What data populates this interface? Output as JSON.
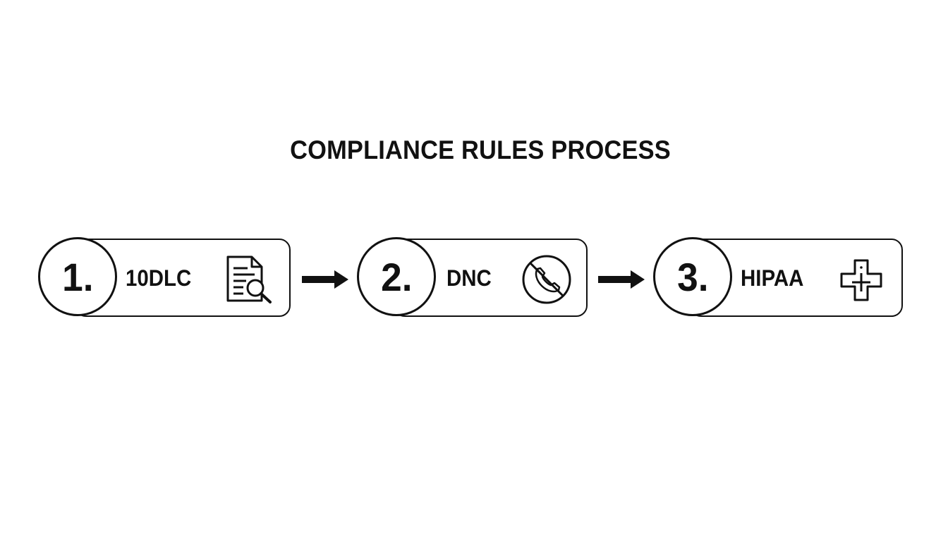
{
  "title": "COMPLIANCE RULES PROCESS",
  "steps": [
    {
      "number": "1.",
      "label": "10DLC",
      "icon": "document-search-icon"
    },
    {
      "number": "2.",
      "label": "DNC",
      "icon": "no-call-phone-icon"
    },
    {
      "number": "3.",
      "label": "HIPAA",
      "icon": "medical-cross-icon"
    }
  ],
  "connectors": [
    "arrow-right-icon",
    "arrow-right-icon"
  ],
  "colors": {
    "stroke": "#111111",
    "background": "#ffffff"
  }
}
